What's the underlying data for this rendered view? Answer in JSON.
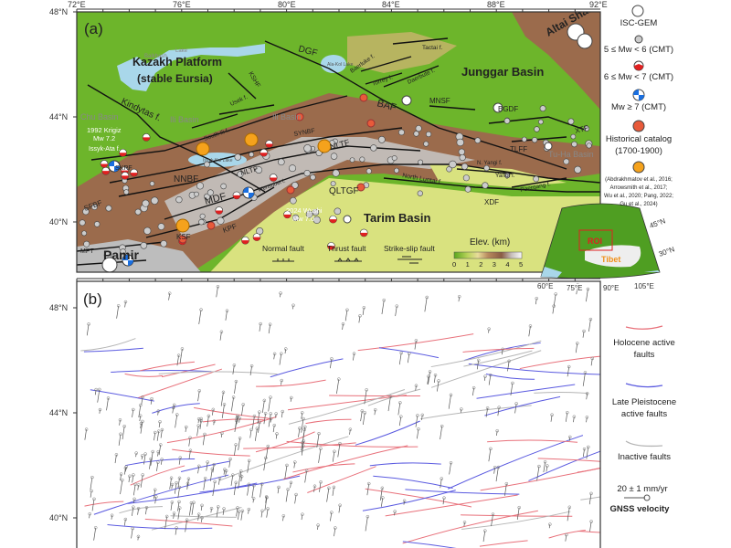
{
  "panel_a": {
    "tag": "(a)",
    "lon_ticks": [
      "72°E",
      "76°E",
      "80°E",
      "84°E",
      "88°E",
      "92°E"
    ],
    "lat_ticks": [
      "48°N",
      "44°N",
      "40°N"
    ],
    "regions": {
      "kazakh": "Kazakh Platform",
      "kazakh_sub": "(stable Eursia)",
      "balkhash1": "Balkhash",
      "balkhash2": "Lake",
      "junggar": "Junggar Basin",
      "tarim": "Tarim Basin",
      "altai": "Altai Shan",
      "chu": "Chu Basin",
      "ili1": "Ili Basin",
      "ili2": "Ili Basin",
      "tuha": "Tu-Ha Basin",
      "pamir": "Pamir",
      "issykkul": "Issyk-Kul Lake",
      "alakol": "Ala-Kol Lake"
    },
    "faults": {
      "dgf": "DGF",
      "kshf": "KSHF",
      "kindytas": "Kindytas f.",
      "issykata": "Issyk-Ata f.",
      "skrf": "SKRF",
      "nnbf": "NNBF",
      "nltf1": "NLTF",
      "nltf2": "NLTF",
      "mdf": "MDF",
      "sfbf": "SFBF",
      "ksf": "KSF",
      "kpf": "KPF",
      "qltgf": "QLTGF",
      "synbf": "SYNBF",
      "baf": "BAF",
      "mnsf": "MNSF",
      "bgdf": "BGDF",
      "tlff": "TLFF",
      "xtf": "XTF",
      "luntai": "North Luntai f.",
      "xdf": "XDF",
      "paergang": "Paergang f.",
      "yangi": "Yangi f.",
      "nyangi": "N. Yangi f.",
      "tactai": "Tactai f.",
      "baerluke": "Baerluke f.",
      "torrey": "Torrey f.",
      "daerbute": "Daerbute f.",
      "usek": "Usek f.",
      "southili": "South Ili f.",
      "mpt": "MPT",
      "wensu": "Wensubei f."
    },
    "events": {
      "krigiz1": "1992 Krigiz",
      "krigiz2": "Mw 7.2",
      "wushi1": "2024 Wushi",
      "wushi2": "Mw 7.0"
    },
    "fault_types": {
      "normal": "Normal fault",
      "thrust": "Thrust fault",
      "strike": "Strike-slip fault"
    },
    "elevation": {
      "title": "Elev. (km)",
      "ticks": [
        "0",
        "1",
        "2",
        "3",
        "4",
        "5"
      ]
    },
    "inset": {
      "roi": "ROI",
      "tibet": "Tibet",
      "lat": [
        "45°N",
        "30°N"
      ],
      "lon": [
        "60°E",
        "75°E",
        "90°E",
        "105°E"
      ]
    }
  },
  "legend_a": {
    "items": [
      {
        "label": "ISC-GEM",
        "icon": "white-circle"
      },
      {
        "label": "5 ≤ Mw < 6 (CMT)",
        "icon": "gray-beachball"
      },
      {
        "label": "6 ≤ Mw < 7 (CMT)",
        "icon": "red-beachball"
      },
      {
        "label": "Mw ≥ 7 (CMT)",
        "icon": "blue-beachball"
      },
      {
        "label": "Historical catalog",
        "label2": "(1700-1900)",
        "icon": "red-circle"
      },
      {
        "refs": [
          "(Abdrakhmatov et al., 2016;",
          "Arrowsmith et al., 2017;",
          "Wu et al., 2020; Pang, 2022;",
          "Gu et al., 2024)"
        ],
        "icon": "orange-circle"
      }
    ]
  },
  "panel_b": {
    "tag": "(b)",
    "lat_ticks": [
      "48°N",
      "44°N",
      "40°N"
    ]
  },
  "legend_b": {
    "holocene": [
      "Holocene active",
      "faults"
    ],
    "pleistocene": [
      "Late Pleistocene",
      "active faults"
    ],
    "inactive": [
      "Inactive faults"
    ],
    "gnss_scale": "20 ± 1 mm/yr",
    "gnss": "GNSS velocity"
  },
  "colors": {
    "lowland": "#6db52b",
    "mountain": "#9b6b4c",
    "high": "#c8c8c8",
    "tarim": "#d9e27f",
    "lake": "#a9d7ea",
    "holocene": "#e8707a",
    "pleistocene": "#5a5ae0",
    "inactive": "#b5b5b5",
    "historical": "#e85a3a",
    "orange": "#f5a21c",
    "roi": "#e02020"
  }
}
